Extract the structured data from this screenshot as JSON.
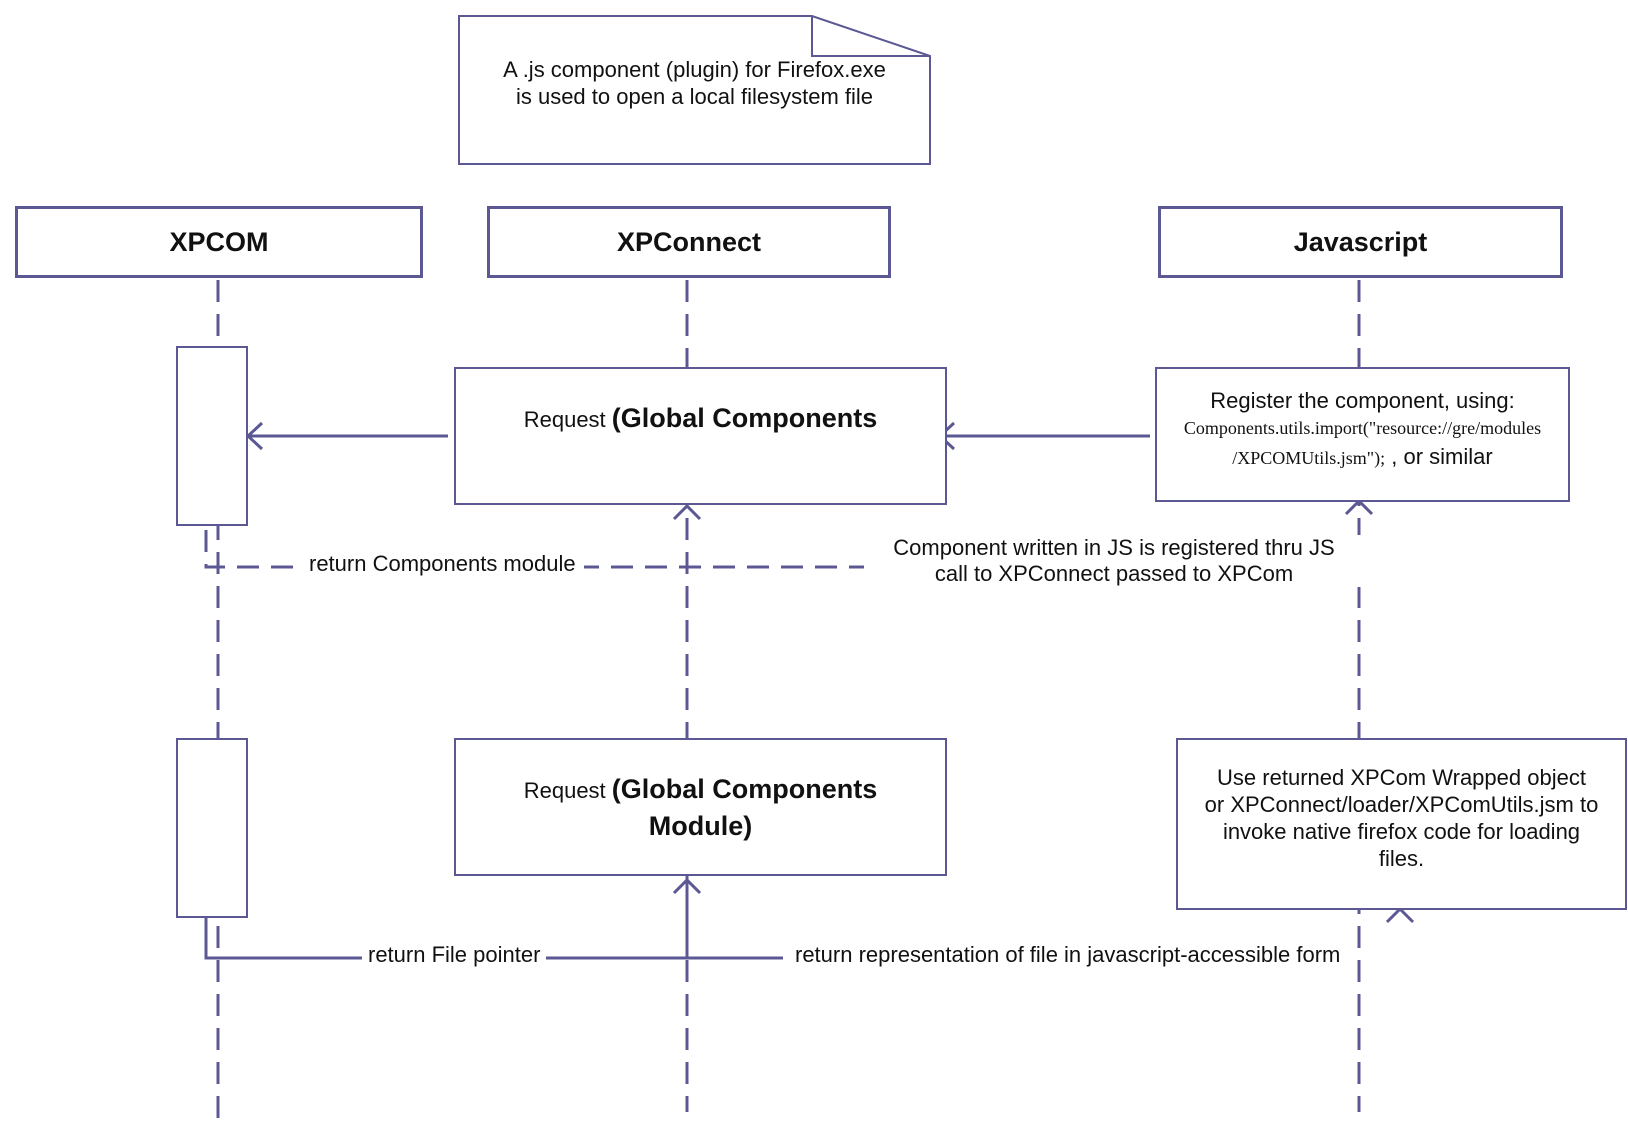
{
  "note": {
    "line1": "A .js component (plugin) for  Firefox.exe",
    "line2": "is used to open a local filesystem file"
  },
  "lifelines": {
    "xpcom": "XPCOM",
    "xpconnect": "XPConnect",
    "javascript": "Javascript"
  },
  "boxes": {
    "request1": {
      "prefix": "Request ",
      "bold": "(Global Components"
    },
    "register": {
      "line1": "Register the component, using:",
      "code1": "Components.utils.import(\"resource://gre/modules",
      "code2": "/XPCOMUtils.jsm\");",
      "suffix": " , or similar"
    },
    "request2": {
      "prefix": "Request ",
      "bold1": "(Global Components",
      "bold2": "Module)"
    },
    "use": {
      "line1": "Use  returned XPCom Wrapped object",
      "line2": "or XPConnect/loader/XPComUtils.jsm to",
      "line3": "invoke native firefox code for loading",
      "line4": "files."
    }
  },
  "labels": {
    "return_components": "return Components module",
    "registered1": "Component written in JS is registered thru JS",
    "registered2": "call to XPConnect passed to XPCom",
    "return_file_pointer": "return File pointer",
    "return_representation": "return representation of file in javascript-accessible form"
  },
  "colors": {
    "line": "#5b5894"
  }
}
